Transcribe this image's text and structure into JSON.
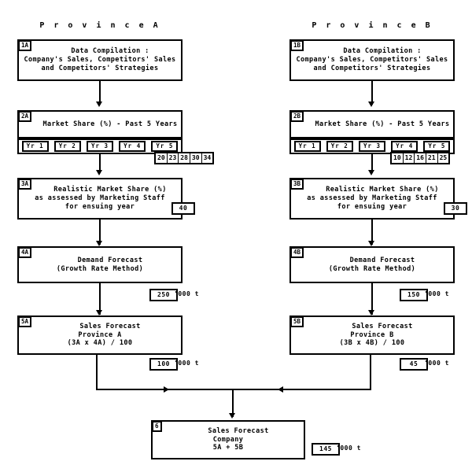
{
  "diagram": {
    "title_a": "P r o v i n c e   A",
    "title_b": "P r o v i n c e   B",
    "unit_label": "'000 t",
    "year_labels": [
      "Yr 1",
      "Yr 2",
      "Yr 3",
      "Yr 4",
      "Yr 5"
    ],
    "nodes": {
      "n1a": {
        "id": "1A",
        "l1": "Data Compilation :",
        "l2": "Company's Sales, Competitors' Sales",
        "l3": "and Competitors' Strategies"
      },
      "n1b": {
        "id": "1B",
        "l1": "Data Compilation :",
        "l2": "Company's Sales, Competitors' Sales",
        "l3": "and Competitors' Strategies"
      },
      "n2a": {
        "id": "2A",
        "l1": "Market Share (%) -  Past 5 Years"
      },
      "n2b": {
        "id": "2B",
        "l1": "Market Share (%) -  Past 5 Years"
      },
      "n3a": {
        "id": "3A",
        "l1": "Realistic Market Share (%)",
        "l2": "as assessed by Marketing Staff",
        "l3": "for ensuing year",
        "value": "40"
      },
      "n3b": {
        "id": "3B",
        "l1": "Realistic Market Share (%)",
        "l2": "as assessed by Marketing Staff",
        "l3": "for ensuing year",
        "value": "30"
      },
      "n4a": {
        "id": "4A",
        "l1": "Demand Forecast",
        "l2": "(Growth Rate Method)",
        "value": "250"
      },
      "n4b": {
        "id": "4B",
        "l1": "Demand Forecast",
        "l2": "(Growth Rate Method)",
        "value": "150"
      },
      "n5a": {
        "id": "5A",
        "l1": "Sales Forecast",
        "l2": "Province A",
        "l3": "(3A  x   4A) / 100",
        "value": "100"
      },
      "n5b": {
        "id": "5B",
        "l1": "Sales Forecast",
        "l2": "Province B",
        "l3": "(3B  x   4B) / 100",
        "value": "45"
      },
      "n6": {
        "id": "6",
        "l1": "Sales Forecast",
        "l2": "Company",
        "l3": "5A  +   5B",
        "value": "145"
      }
    }
  },
  "chart_data": {
    "type": "table",
    "title": "Sales Forecast Flowchart - Province A and Province B",
    "categories": [
      "Yr 1",
      "Yr 2",
      "Yr 3",
      "Yr 4",
      "Yr 5"
    ],
    "series": [
      {
        "name": "Province A Market Share (%) - Past 5 Years",
        "values": [
          20,
          23,
          28,
          30,
          34
        ]
      },
      {
        "name": "Province B Market Share (%) - Past 5 Years",
        "values": [
          10,
          12,
          16,
          21,
          25
        ]
      }
    ],
    "annotations": [
      {
        "node": "3A",
        "label": "Realistic Market Share (%) Province A",
        "value": 40,
        "unit": "%"
      },
      {
        "node": "3B",
        "label": "Realistic Market Share (%) Province B",
        "value": 30,
        "unit": "%"
      },
      {
        "node": "4A",
        "label": "Demand Forecast Province A",
        "value": 250,
        "unit": "'000 t"
      },
      {
        "node": "4B",
        "label": "Demand Forecast Province B",
        "value": 150,
        "unit": "'000 t"
      },
      {
        "node": "5A",
        "label": "Sales Forecast Province A = (3A x 4A)/100",
        "value": 100,
        "unit": "'000 t"
      },
      {
        "node": "5B",
        "label": "Sales Forecast Province B = (3B x 4B)/100",
        "value": 45,
        "unit": "'000 t"
      },
      {
        "node": "6",
        "label": "Sales Forecast Company = 5A + 5B",
        "value": 145,
        "unit": "'000 t"
      }
    ],
    "xlabel": "",
    "ylabel": "",
    "grid": false,
    "legend": "none"
  }
}
